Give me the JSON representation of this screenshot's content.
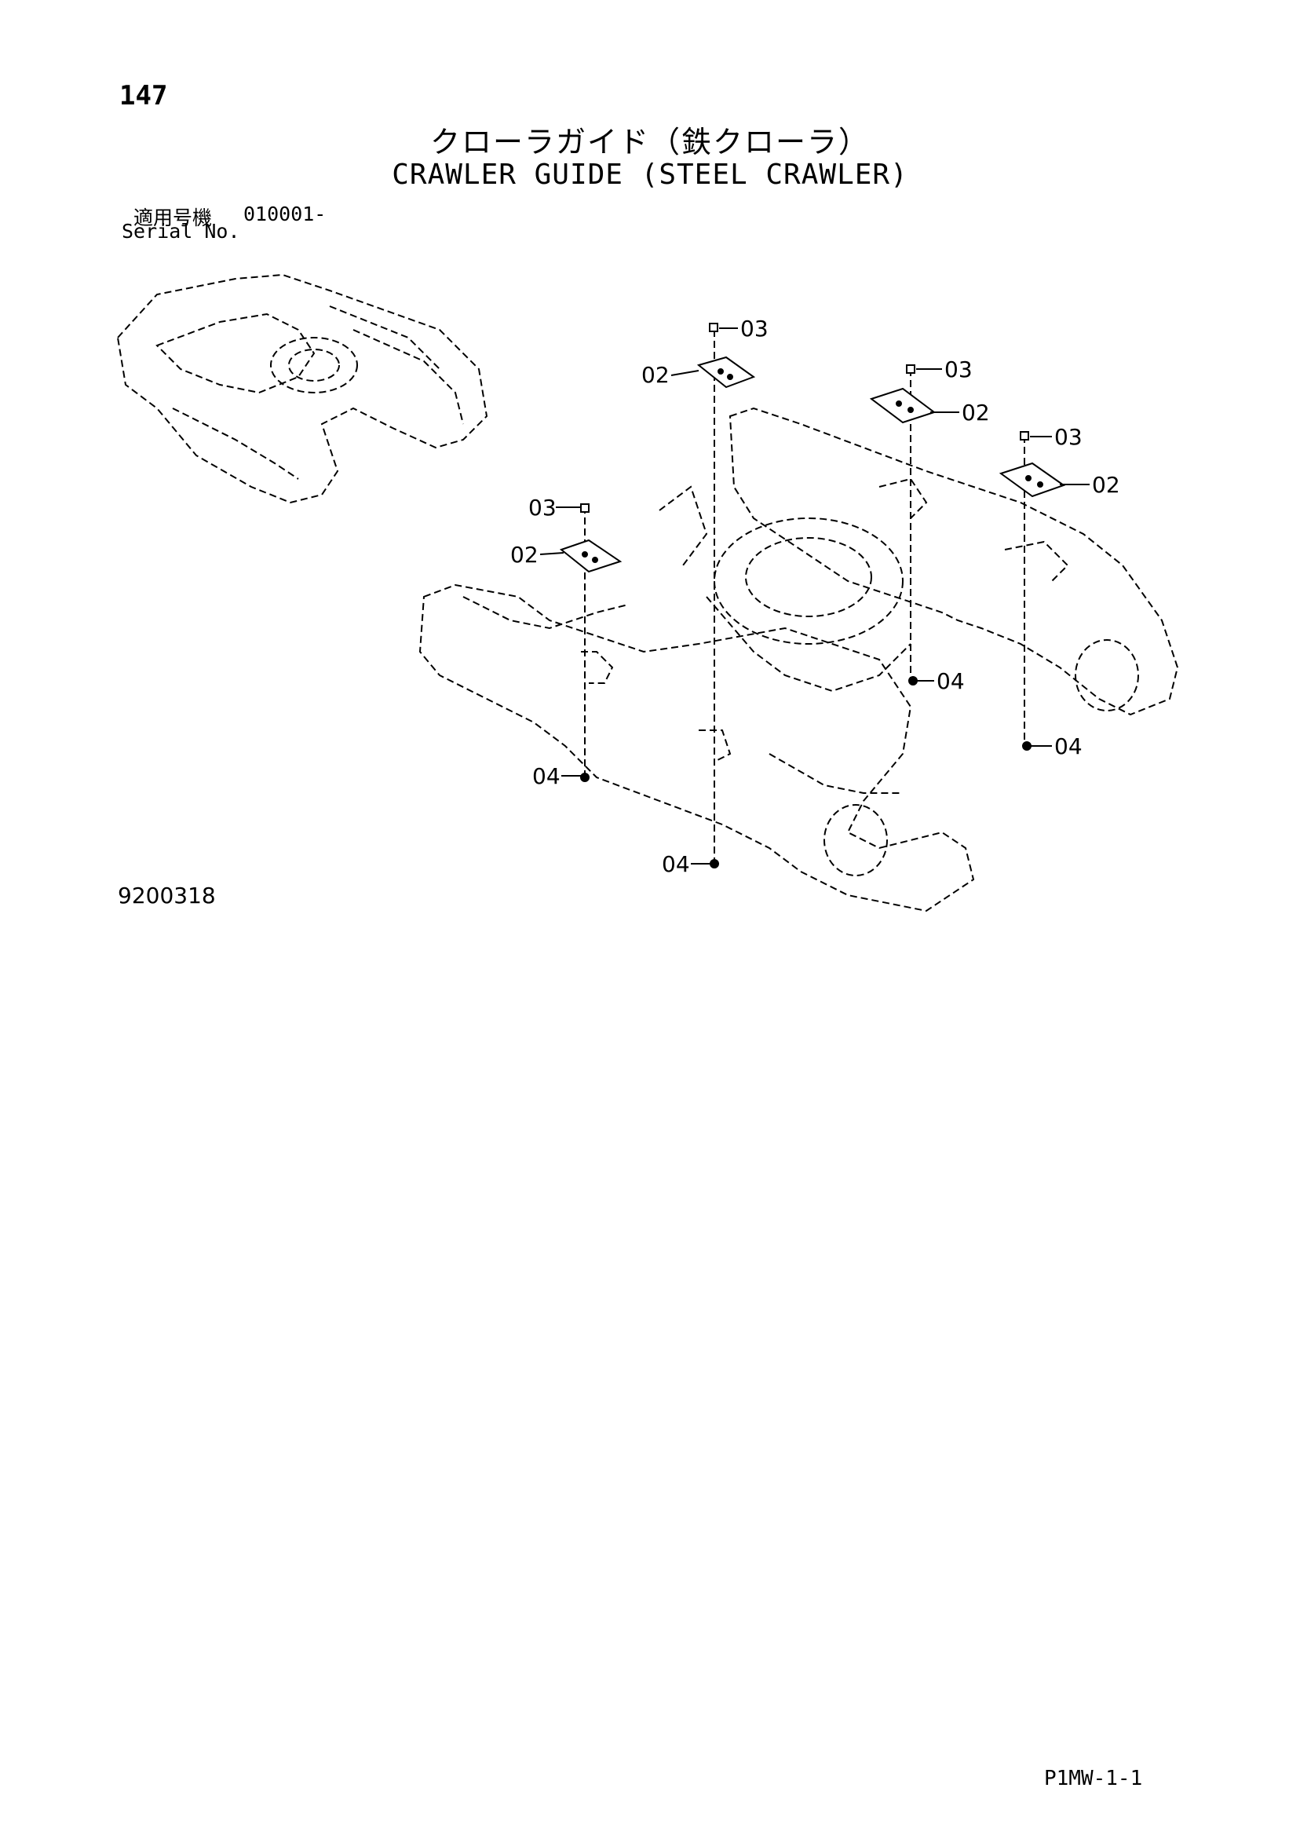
{
  "page_number": "147",
  "title_jp": "クローラガイド（鉄クローラ）",
  "title_en": "CRAWLER GUIDE (STEEL CRAWLER)",
  "serial": {
    "label_jp": "適用号機",
    "value": "010001-",
    "label_en": "Serial No."
  },
  "callouts": {
    "c03_a": "03",
    "c02_a": "02",
    "c03_b": "03",
    "c02_b": "02",
    "c03_c": "03",
    "c02_c": "02",
    "c03_d": "03",
    "c02_d": "02",
    "c04_a": "04",
    "c04_b": "04",
    "c04_c": "04",
    "c04_d": "04"
  },
  "drawing_number": "9200318",
  "page_code": "P1MW-1-1"
}
